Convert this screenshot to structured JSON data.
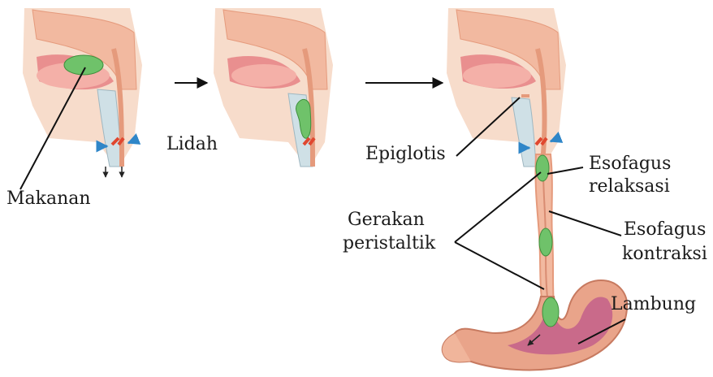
{
  "labels": {
    "makanan": "Makanan",
    "lidah": "Lidah",
    "epiglotis": "Epiglotis",
    "esofagus_relaksasi_1": "Esofagus",
    "esofagus_relaksasi_2": "relaksasi",
    "gerakan_peristaltik_1": "Gerakan",
    "gerakan_peristaltik_2": "peristaltik",
    "esofagus_kontraksi_1": "Esofagus",
    "esofagus_kontraksi_2": "kontraksi",
    "lambung": "Lambung"
  },
  "colors": {
    "tissue": "#f4cdb6",
    "tissue_edge": "#e59a7c",
    "mouth_red": "#e8878a",
    "bolus": "#6fc26a",
    "bolus_edge": "#3e8f3c",
    "trachea": "#bfd3db",
    "arrow_blue": "#2f86c8",
    "stomach_inner": "#c96a8a",
    "stomach_outer": "#e9a48a",
    "line": "#111111"
  }
}
